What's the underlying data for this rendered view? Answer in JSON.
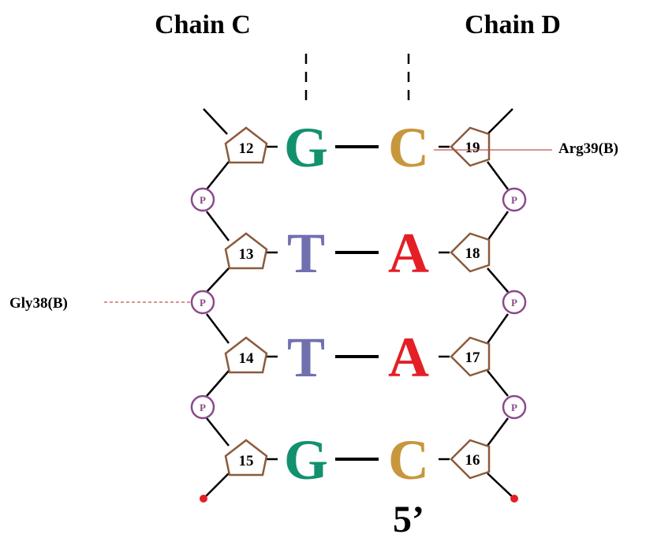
{
  "chains": {
    "left": "Chain C",
    "right": "Chain D"
  },
  "end_label": "5’",
  "colors": {
    "backbone": "#000000",
    "sugar": "#8B5A3C",
    "phosphate": "#8B4A8B",
    "G": "#12916F",
    "C": "#C8963C",
    "T": "#7070B0",
    "A": "#E41F26",
    "terminal_dot": "#E41F26",
    "interaction_line": "#C0504D"
  },
  "pairs": [
    {
      "left_num": "12",
      "left_base": "G",
      "right_base": "C",
      "right_num": "19"
    },
    {
      "left_num": "13",
      "left_base": "T",
      "right_base": "A",
      "right_num": "18"
    },
    {
      "left_num": "14",
      "left_base": "T",
      "right_base": "A",
      "right_num": "17"
    },
    {
      "left_num": "15",
      "left_base": "G",
      "right_base": "C",
      "right_num": "16"
    }
  ],
  "phosphate_label": "P",
  "interactions": [
    {
      "label": "Gly38(B)",
      "side": "left",
      "target": "phosphate-between-13-14",
      "style": "dashed"
    },
    {
      "label": "Arg39(B)",
      "side": "right",
      "target": "base-19",
      "style": "solid"
    }
  ]
}
